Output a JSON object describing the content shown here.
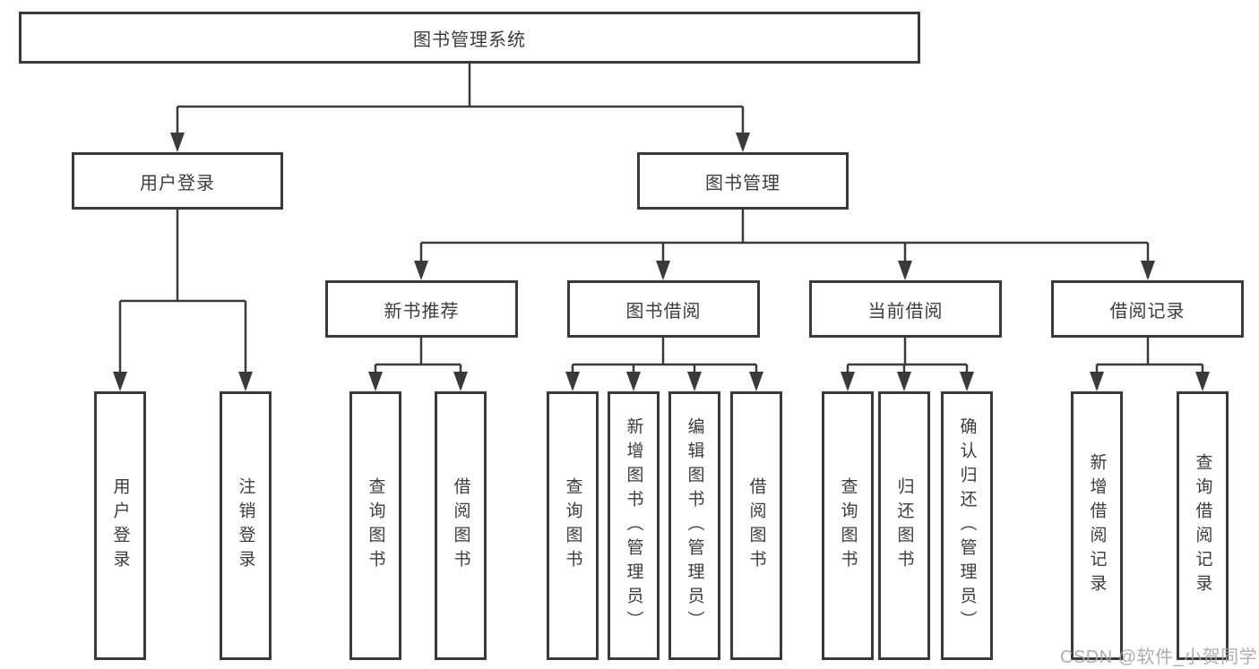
{
  "diagram": {
    "root": {
      "label": "图书管理系统"
    },
    "level2": [
      {
        "id": "user-login",
        "label": "用户登录"
      },
      {
        "id": "book-mgmt",
        "label": "图书管理"
      }
    ],
    "level3": [
      {
        "id": "new-book-rec",
        "label": "新书推荐",
        "parent": "图书管理"
      },
      {
        "id": "book-borrow",
        "label": "图书借阅",
        "parent": "图书管理"
      },
      {
        "id": "current-borrow",
        "label": "当前借阅",
        "parent": "图书管理"
      },
      {
        "id": "borrow-records",
        "label": "借阅记录",
        "parent": "图书管理"
      }
    ],
    "leaves": [
      {
        "label": "用户登录",
        "parent": "用户登录"
      },
      {
        "label": "注销登录",
        "parent": "用户登录"
      },
      {
        "label": "查询图书",
        "parent": "新书推荐"
      },
      {
        "label": "借阅图书",
        "parent": "新书推荐"
      },
      {
        "label": "查询图书",
        "parent": "图书借阅"
      },
      {
        "label": "新增图书（管理员）",
        "parent": "图书借阅"
      },
      {
        "label": "编辑图书（管理员）",
        "parent": "图书借阅"
      },
      {
        "label": "借阅图书",
        "parent": "图书借阅"
      },
      {
        "label": "查询图书",
        "parent": "当前借阅"
      },
      {
        "label": "归还图书",
        "parent": "当前借阅"
      },
      {
        "label": "确认归还（管理员）",
        "parent": "当前借阅"
      },
      {
        "label": "新增借阅记录",
        "parent": "借阅记录"
      },
      {
        "label": "查询借阅记录",
        "parent": "借阅记录"
      }
    ],
    "colors": {
      "line": "#3a3a3a",
      "text": "#3c3c3c",
      "box_fill": "#ffffff",
      "watermark": "#a6a6a6"
    },
    "watermark": {
      "text": "CSDN @软件_小贺同学"
    }
  }
}
